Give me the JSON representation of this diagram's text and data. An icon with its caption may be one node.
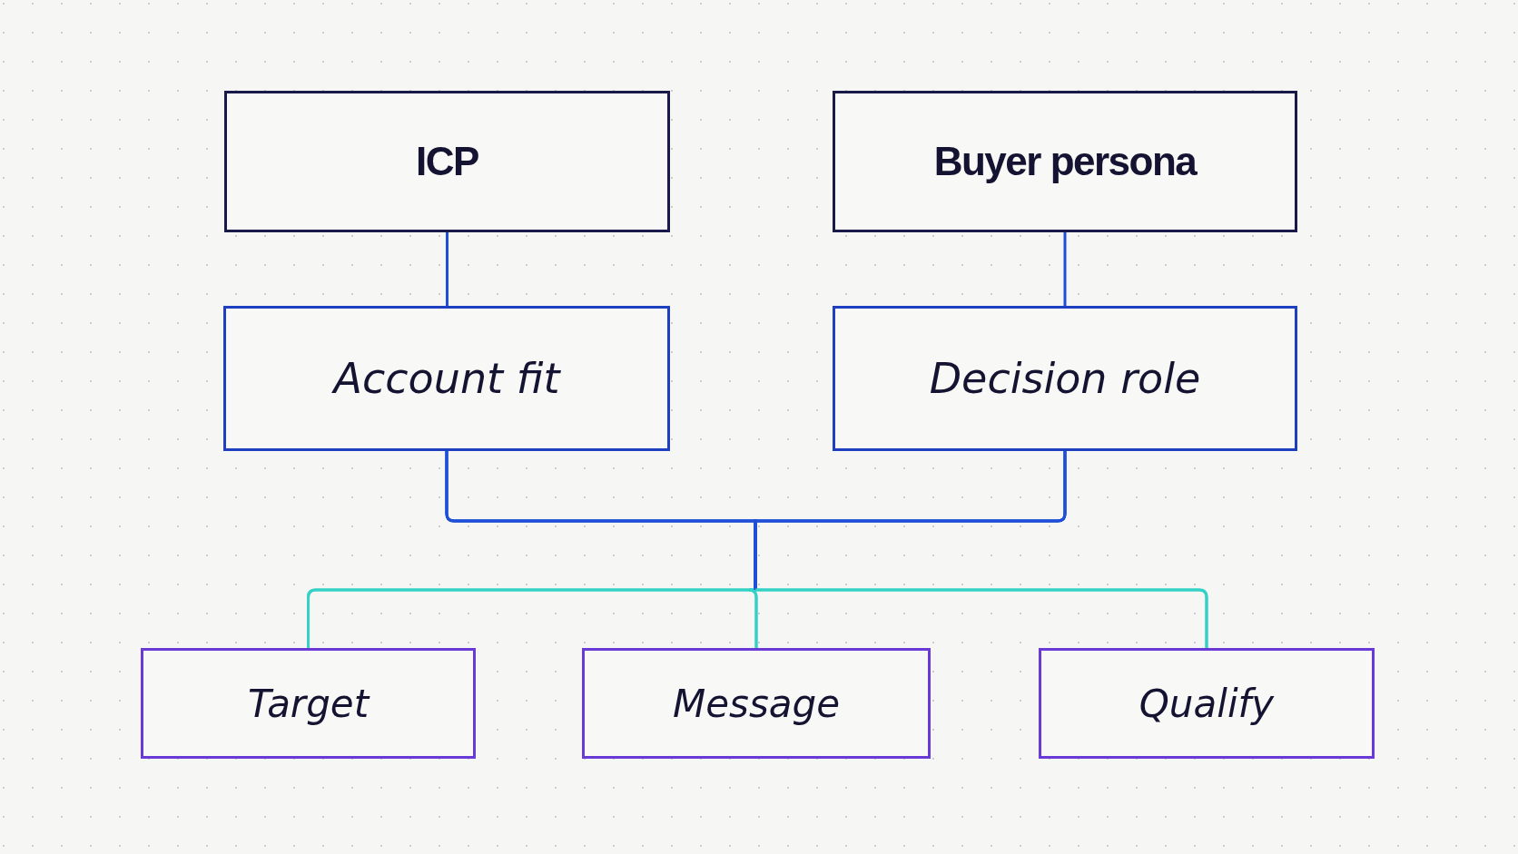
{
  "diagram": {
    "nodes": [
      {
        "text": [
          "ICP"
        ]
      },
      {
        "text": [
          "Buyer persona"
        ]
      },
      {
        "text": [
          "Account fit"
        ]
      },
      {
        "text": [
          "Decision role"
        ]
      },
      {
        "text": [
          "Target"
        ]
      },
      {
        "text": [
          "Message"
        ]
      },
      {
        "text": [
          "Qualify"
        ]
      }
    ],
    "edges": [
      {
        "from": 0,
        "to": 2,
        "arrow": "none"
      },
      {
        "from": 1,
        "to": 3,
        "arrow": "none"
      },
      {
        "from": 2,
        "to": 4,
        "arrow": "none",
        "color": "#33d1c6"
      },
      {
        "from": 2,
        "to": 5,
        "arrow": "none"
      },
      {
        "from": 2,
        "to": 6,
        "arrow": "none",
        "color": "#33d1c6"
      },
      {
        "from": 3,
        "to": 4,
        "arrow": "none",
        "color": "#33d1c6"
      },
      {
        "from": 3,
        "to": 5,
        "arrow": "none"
      },
      {
        "from": 3,
        "to": 6,
        "arrow": "none",
        "color": "#33d1c6"
      }
    ]
  }
}
